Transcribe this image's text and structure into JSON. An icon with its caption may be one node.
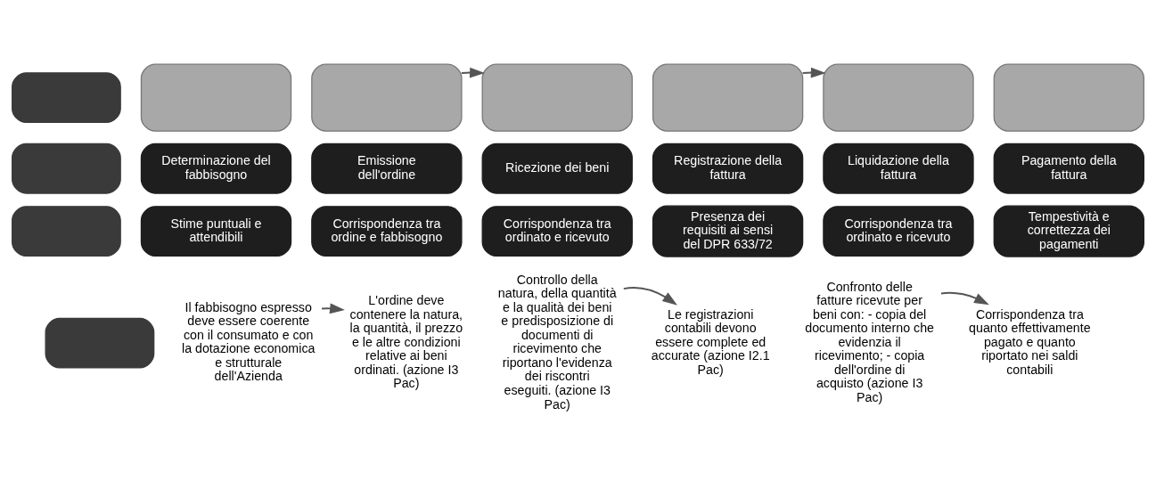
{
  "diagram": {
    "nodes": [
      {
        "text": [],
        "shape": "box"
      },
      {
        "text": [],
        "shape": "box"
      },
      {
        "text": [],
        "shape": "box"
      },
      {
        "text": [],
        "shape": "box"
      },
      {
        "text": [],
        "shape": "box"
      },
      {
        "text": [
          "Determinazione del fabbisogno"
        ]
      },
      {
        "text": [
          "Stime puntuali e attendibili"
        ]
      },
      {
        "text": [
          "Il fabbisogno espresso deve essere coerente con il consumato e con la dotazione economica e strutturale dell'Azienda"
        ]
      },
      {
        "text": [],
        "shape": "box"
      },
      {
        "text": [
          "Emissione dell'ordine"
        ]
      },
      {
        "text": [
          "Corrispondenza tra ordine e fabbisogno"
        ]
      },
      {
        "text": [
          "L'ordine deve contenere la natura, la quantità, il prezzo e le altre condizioni relative ai beni ordinati. (azione I3 Pac)"
        ]
      },
      {
        "text": [],
        "shape": "box"
      },
      {
        "text": [
          "Ricezione dei beni"
        ]
      },
      {
        "text": [
          "Corrispondenza tra ordinato e ricevuto"
        ]
      },
      {
        "text": [
          "Controllo della natura, della quantità e la qualità dei beni e predisposizione di documenti di ricevimento che riportano l'evidenza dei riscontri eseguiti. (azione I3 Pac)"
        ]
      },
      {
        "text": [],
        "shape": "box"
      },
      {
        "text": [
          "Registrazione della fattura"
        ]
      },
      {
        "text": [
          "Presenza dei requisiti ai sensi del DPR 633/72"
        ]
      },
      {
        "text": [
          "Le registrazioni contabili devono essere complete ed accurate (azione I2.1 Pac)"
        ]
      },
      {
        "text": [],
        "shape": "box"
      },
      {
        "text": [
          "Liquidazione della fattura"
        ]
      },
      {
        "text": [
          "Corrispondenza tra ordinato e ricevuto"
        ]
      },
      {
        "text": [
          "Confronto delle fatture ricevute per beni con: - copia del documento interno che evidenzia il ricevimento; - copia dell'ordine di acquisto (azione I3 Pac)"
        ]
      },
      {
        "text": [],
        "shape": "box"
      },
      {
        "text": [
          "Pagamento della fattura"
        ]
      },
      {
        "text": [
          "Tempestività e correttezza dei pagamenti"
        ]
      },
      {
        "text": [
          "Corrispondenza tra quanto effettivamente pagato e quanto riportato nei saldi contabili"
        ]
      }
    ],
    "edges": [
      {
        "from": 7,
        "to": 11,
        "arrow": "to"
      },
      {
        "from": 8,
        "to": 12,
        "arrow": "to"
      },
      {
        "from": 15,
        "to": 19,
        "arrow": "to"
      },
      {
        "from": 16,
        "to": 20,
        "arrow": "to"
      },
      {
        "from": 23,
        "to": 27,
        "arrow": "to"
      }
    ]
  }
}
